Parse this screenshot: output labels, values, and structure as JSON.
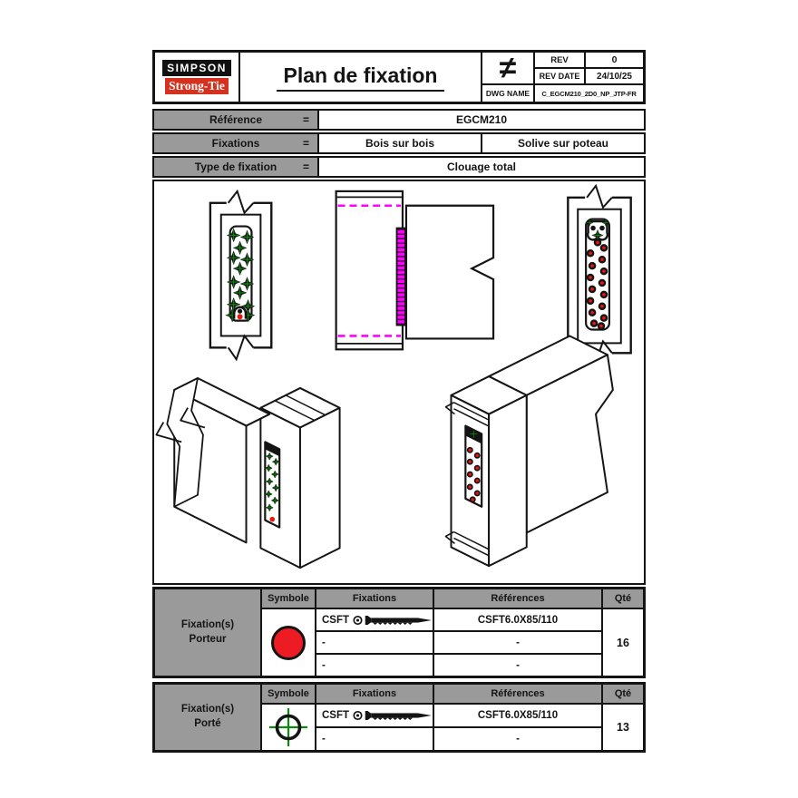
{
  "title_block": {
    "logo_line1": "SIMPSON",
    "logo_line2": "Strong-Tie",
    "title": "Plan de fixation",
    "symbol": "≠",
    "rev_label": "REV",
    "rev_value": "0",
    "rev_date_label": "REV DATE",
    "rev_date_value": "24/10/25",
    "dwg_label": "DWG NAME",
    "dwg_value": "C_EGCM210_2D0_NP_JTP-FR"
  },
  "info_table": {
    "equals": "=",
    "rows": [
      {
        "label": "Référence",
        "values": [
          "EGCM210"
        ]
      },
      {
        "label": "Fixations",
        "values": [
          "Bois sur bois",
          "Solive sur poteau"
        ]
      },
      {
        "label": "Type de fixation",
        "values": [
          "Clouage total"
        ]
      }
    ]
  },
  "drawing_colors": {
    "porteur_red": "#ed1c24",
    "porte_green": "#0b8a0b",
    "bracket_magenta": "#ff00ff",
    "line_black": "#141414",
    "table_gray": "#9a9a9a"
  },
  "fixation_tables": [
    {
      "group_label_line1": "Fixation(s)",
      "group_label_line2": "Porteur",
      "headers": {
        "symbole": "Symbole",
        "fixations": "Fixations",
        "references": "Références",
        "qte": "Qté"
      },
      "symbol": "red-filled-circle",
      "rows": [
        {
          "fixation": "CSFT",
          "reference": "CSFT6.0X85/110"
        },
        {
          "fixation": "-",
          "reference": "-"
        },
        {
          "fixation": "-",
          "reference": "-"
        }
      ],
      "qty": "16"
    },
    {
      "group_label_line1": "Fixation(s)",
      "group_label_line2": "Porté",
      "headers": {
        "symbole": "Symbole",
        "fixations": "Fixations",
        "references": "Références",
        "qte": "Qté"
      },
      "symbol": "green-crosshair-circle",
      "rows": [
        {
          "fixation": "CSFT",
          "reference": "CSFT6.0X85/110"
        },
        {
          "fixation": "-",
          "reference": "-"
        }
      ],
      "qty": "13"
    }
  ]
}
